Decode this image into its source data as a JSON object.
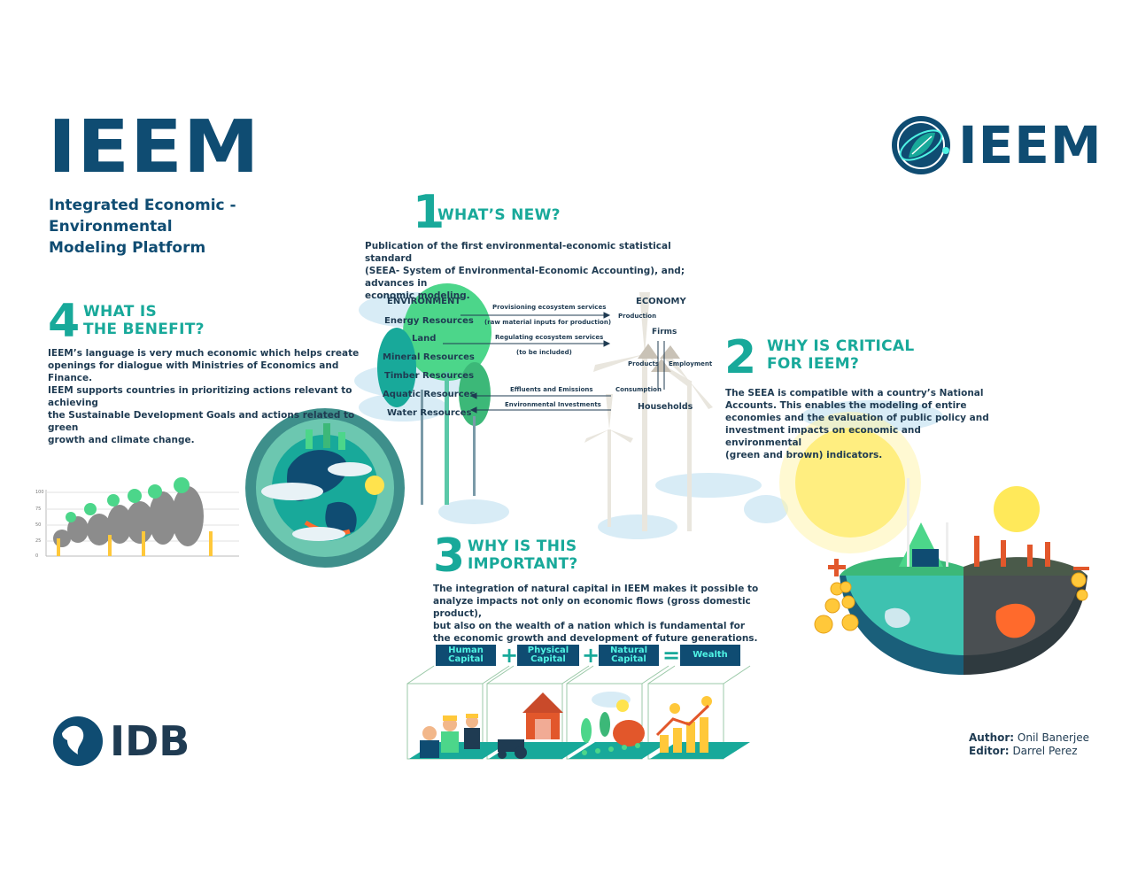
{
  "header": {
    "title": "IEEM",
    "subtitle_line1": "Integrated Economic - Environmental",
    "subtitle_line2": "Modeling Platform",
    "logo_text": "IEEM"
  },
  "sections": {
    "s1": {
      "number": "1",
      "title": "WHAT’S NEW?",
      "body": [
        "Publication of the first environmental-economic statistical standard",
        "(SEEA- System of Environmental-Economic Accounting), and; advances in",
        "economic modeling."
      ]
    },
    "s2": {
      "number": "2",
      "title_line1": "WHY IS CRITICAL",
      "title_line2": "FOR IEEM?",
      "body": [
        "The SEEA is compatible with a country’s National",
        "Accounts. This enables the modeling of entire",
        "economies and the evaluation of public policy and",
        "investment impacts on economic and environmental",
        "(green and brown) indicators."
      ]
    },
    "s3": {
      "number": "3",
      "title_line1": "WHY IS THIS",
      "title_line2": "IMPORTANT?",
      "body": [
        "The integration of natural capital in IEEM makes it possible to",
        "analyze impacts not only on economic flows (gross domestic product),",
        "but also on the wealth of a nation which is fundamental for",
        "the economic growth and development of future generations."
      ]
    },
    "s4": {
      "number": "4",
      "title_line1": "WHAT IS",
      "title_line2": "THE BENEFIT?",
      "body": [
        "IEEM’s language is very much economic which helps create",
        "openings for dialogue with Ministries of Economics and Finance.",
        "IEEM supports countries in prioritizing actions relevant to achieving",
        "the Sustainable Development Goals and actions related to green",
        "growth and climate change."
      ]
    }
  },
  "diagram": {
    "environment_heading": "ENVIRONMENT",
    "economy_heading": "ECONOMY",
    "env_items": [
      "Energy Resources",
      "Land",
      "Mineral Resources",
      "Timber Resources",
      "Aquatic Resources",
      "Water Resources"
    ],
    "flows": {
      "provisioning": "Provisioning ecosystem services",
      "provisioning_sub": "(raw material inputs for production)",
      "regulating": "Regulating ecosystem services",
      "regulating_sub": "(to be included)",
      "effluents": "Effluents and Emissions",
      "investments": "Environmental Investments"
    },
    "economy": {
      "production": "Production",
      "firms": "Firms",
      "products": "Products",
      "employment": "Employment",
      "consumption": "Consumption",
      "households": "Households"
    }
  },
  "capital": {
    "human": [
      "Human",
      "Capital"
    ],
    "physical": [
      "Physical",
      "Capital"
    ],
    "natural": [
      "Natural",
      "Capital"
    ],
    "wealth": "Wealth",
    "plus": "+",
    "equals": "="
  },
  "chart_ticks": [
    "100",
    "75",
    "50",
    "25",
    "0"
  ],
  "footer": {
    "idb_logo": "IDB",
    "author_label": "Author:",
    "author_name": "Onil Banerjee",
    "editor_label": "Editor:",
    "editor_name": "Darrel Perez"
  },
  "colors": {
    "navy": "#0f4c72",
    "teal": "#18a99a",
    "aqua": "#4ff3e4",
    "leaf_green": "#4cd68a",
    "pale_blue": "#d8ecf6"
  }
}
